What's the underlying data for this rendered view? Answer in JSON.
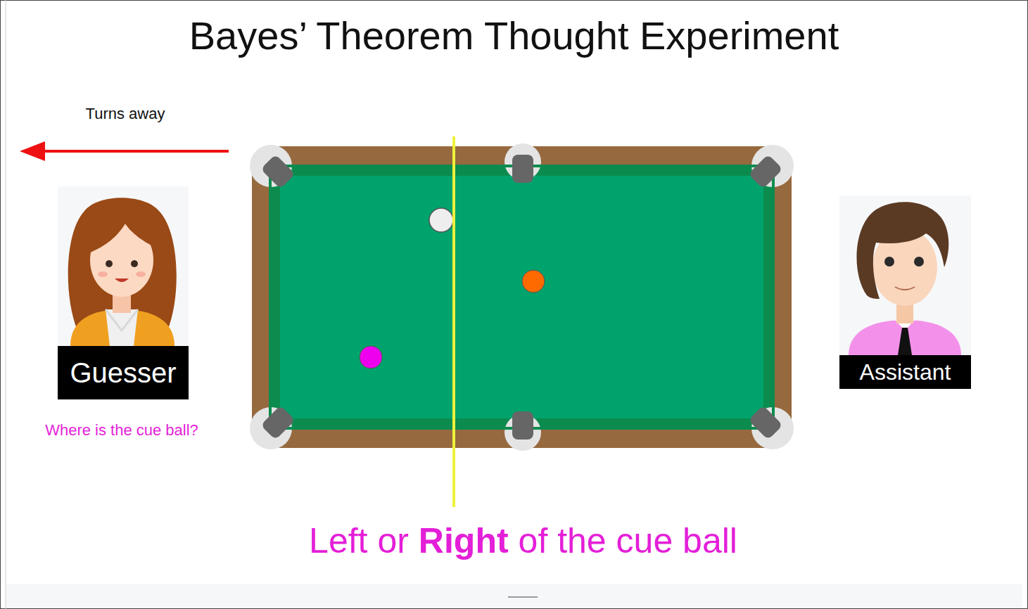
{
  "diagram": {
    "title": "Bayes’ Theorem Thought Experiment",
    "nodes": [
      {
        "text": [
          "Guesser"
        ]
      },
      {
        "text": [
          "Assistant"
        ]
      }
    ],
    "labels": [
      "Turns away",
      "Where is the cue ball?",
      "Left or",
      "Right",
      "of the cue ball"
    ]
  }
}
